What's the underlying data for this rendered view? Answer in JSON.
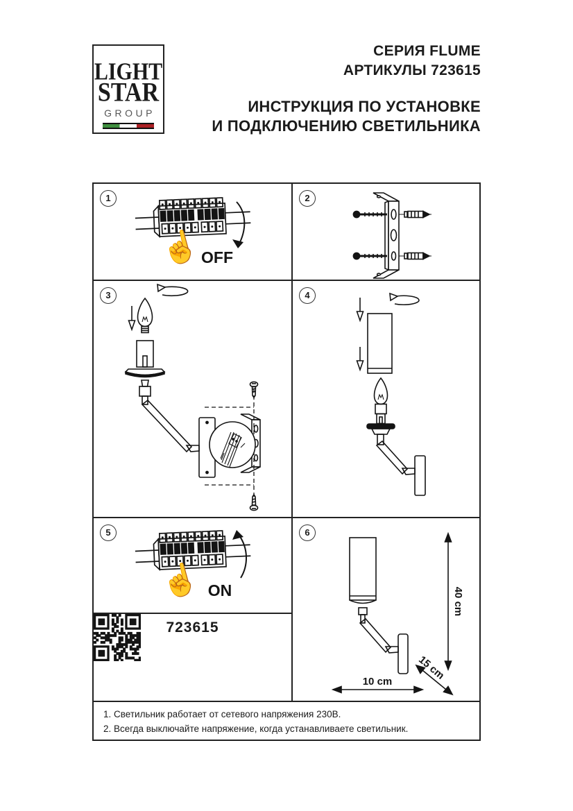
{
  "header": {
    "logo": {
      "line1": "LIGHT",
      "line2": "STAR",
      "line3": "GROUP"
    },
    "series": "СЕРИЯ FLUME",
    "articles": "АРТИКУЛЫ 723615",
    "title1": "ИНСТРУКЦИЯ ПО УСТАНОВКЕ",
    "title2": "И ПОДКЛЮЧЕНИЮ СВЕТИЛЬНИКА"
  },
  "colors": {
    "ink": "#141414",
    "flag_green": "#3f8f3f",
    "flag_red": "#ab2024"
  },
  "panels": {
    "p1": {
      "number": "1",
      "switch_label": "OFF"
    },
    "p2": {
      "number": "2"
    },
    "p3": {
      "number": "3"
    },
    "p4": {
      "number": "4"
    },
    "p5": {
      "number": "5",
      "switch_label": "ON"
    },
    "p6": {
      "number": "6",
      "dim_height": "40 cm",
      "dim_width": "10 cm",
      "dim_depth": "15 cm"
    }
  },
  "qr": {
    "article_code": "723615"
  },
  "notes": {
    "line1": "1. Светильник работает от сетевого напряжения 230В.",
    "line2": "2. Всегда выключайте напряжение, когда устанавливаете светильник."
  }
}
